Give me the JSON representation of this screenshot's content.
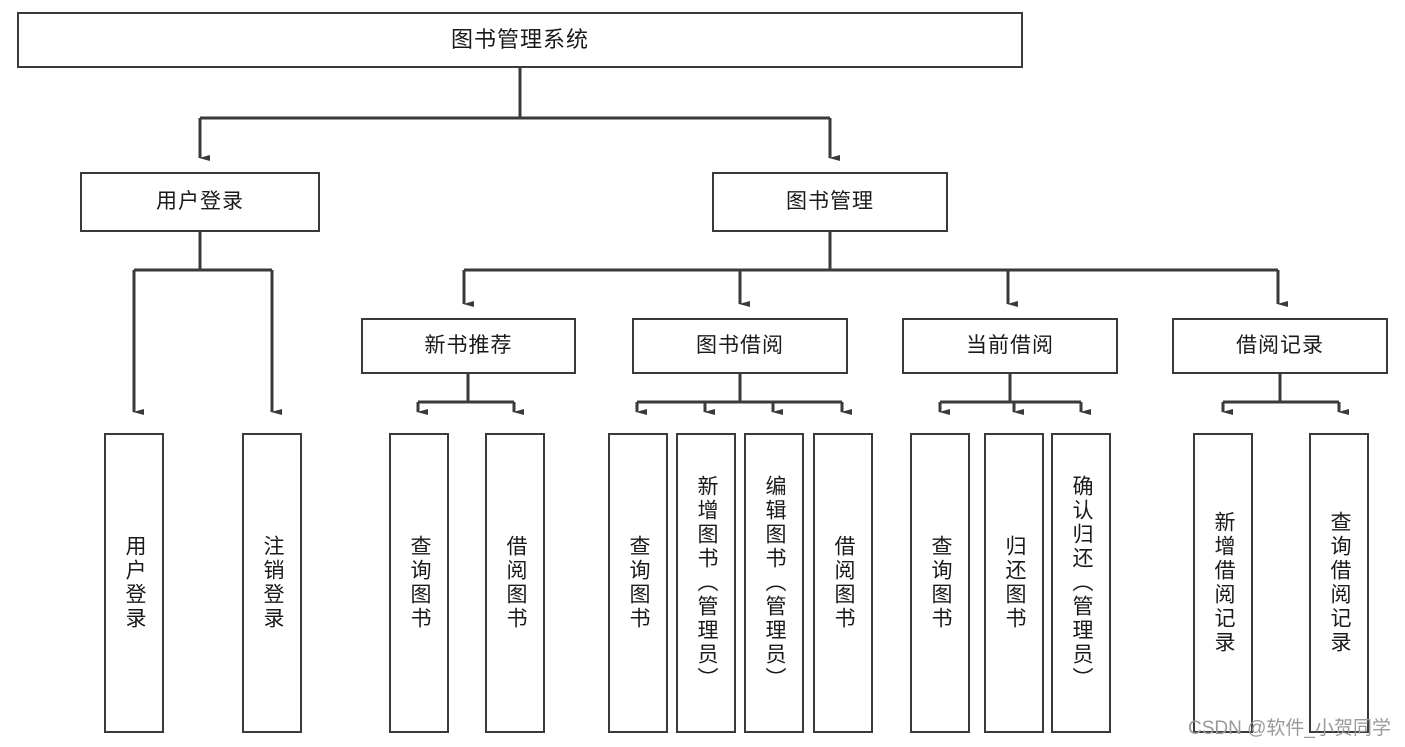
{
  "diagram": {
    "title": "图书管理系统",
    "watermark": "CSDN @软件_小贺同学",
    "line_color": "#3a3a3a",
    "box_fill": "#ffffff",
    "text_color": "#1a1a1a",
    "watermark_color": "#9a9a9a"
  },
  "nodes": {
    "root": {
      "label": "图书管理系统",
      "level": 0
    },
    "l1": [
      {
        "id": "user_login",
        "label": "用户登录"
      },
      {
        "id": "book_manage",
        "label": "图书管理"
      }
    ],
    "l2": [
      {
        "id": "new_book_rec",
        "label": "新书推荐",
        "parent": "book_manage"
      },
      {
        "id": "book_borrow",
        "label": "图书借阅",
        "parent": "book_manage"
      },
      {
        "id": "current_borrow",
        "label": "当前借阅",
        "parent": "book_manage"
      },
      {
        "id": "borrow_record",
        "label": "借阅记录",
        "parent": "book_manage"
      }
    ],
    "leaves": [
      {
        "id": "leaf_user_login",
        "label": "用户登录",
        "parent": "user_login"
      },
      {
        "id": "leaf_logout",
        "label": "注销登录",
        "parent": "user_login"
      },
      {
        "id": "leaf_query_book_1",
        "label": "查询图书",
        "parent": "new_book_rec"
      },
      {
        "id": "leaf_borrow_book_1",
        "label": "借阅图书",
        "parent": "new_book_rec"
      },
      {
        "id": "leaf_query_book_2",
        "label": "查询图书",
        "parent": "book_borrow"
      },
      {
        "id": "leaf_add_book",
        "label": "新增图书（管理员）",
        "parent": "book_borrow"
      },
      {
        "id": "leaf_edit_book",
        "label": "编辑图书（管理员）",
        "parent": "book_borrow"
      },
      {
        "id": "leaf_borrow_book_2",
        "label": "借阅图书",
        "parent": "book_borrow"
      },
      {
        "id": "leaf_query_book_3",
        "label": "查询图书",
        "parent": "current_borrow"
      },
      {
        "id": "leaf_return_book",
        "label": "归还图书",
        "parent": "current_borrow"
      },
      {
        "id": "leaf_confirm_return",
        "label": "确认归还（管理员）",
        "parent": "current_borrow"
      },
      {
        "id": "leaf_add_record",
        "label": "新增借阅记录",
        "parent": "borrow_record"
      },
      {
        "id": "leaf_query_record",
        "label": "查询借阅记录",
        "parent": "borrow_record"
      }
    ]
  }
}
